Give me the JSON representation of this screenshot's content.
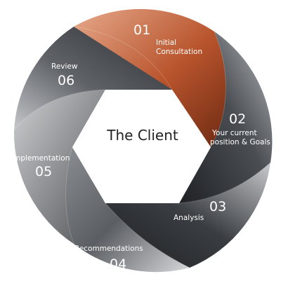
{
  "diagram": {
    "center_label": "The Client",
    "segments": [
      {
        "number": "01",
        "label_lines": [
          "Initial",
          "Consultation"
        ],
        "color": "#b75430"
      },
      {
        "number": "02",
        "label_lines": [
          "Your current",
          "position & Goals"
        ],
        "color": "#3e4246"
      },
      {
        "number": "03",
        "label_lines": [
          "Analysis"
        ],
        "color": "#2f3236"
      },
      {
        "number": "04",
        "label_lines": [
          "Recommendations"
        ],
        "color": "#5e6166"
      },
      {
        "number": "05",
        "label_lines": [
          "Implementation"
        ],
        "color": "#8a8c8f"
      },
      {
        "number": "06",
        "label_lines": [
          "Review"
        ],
        "color": "#54575c"
      }
    ]
  }
}
